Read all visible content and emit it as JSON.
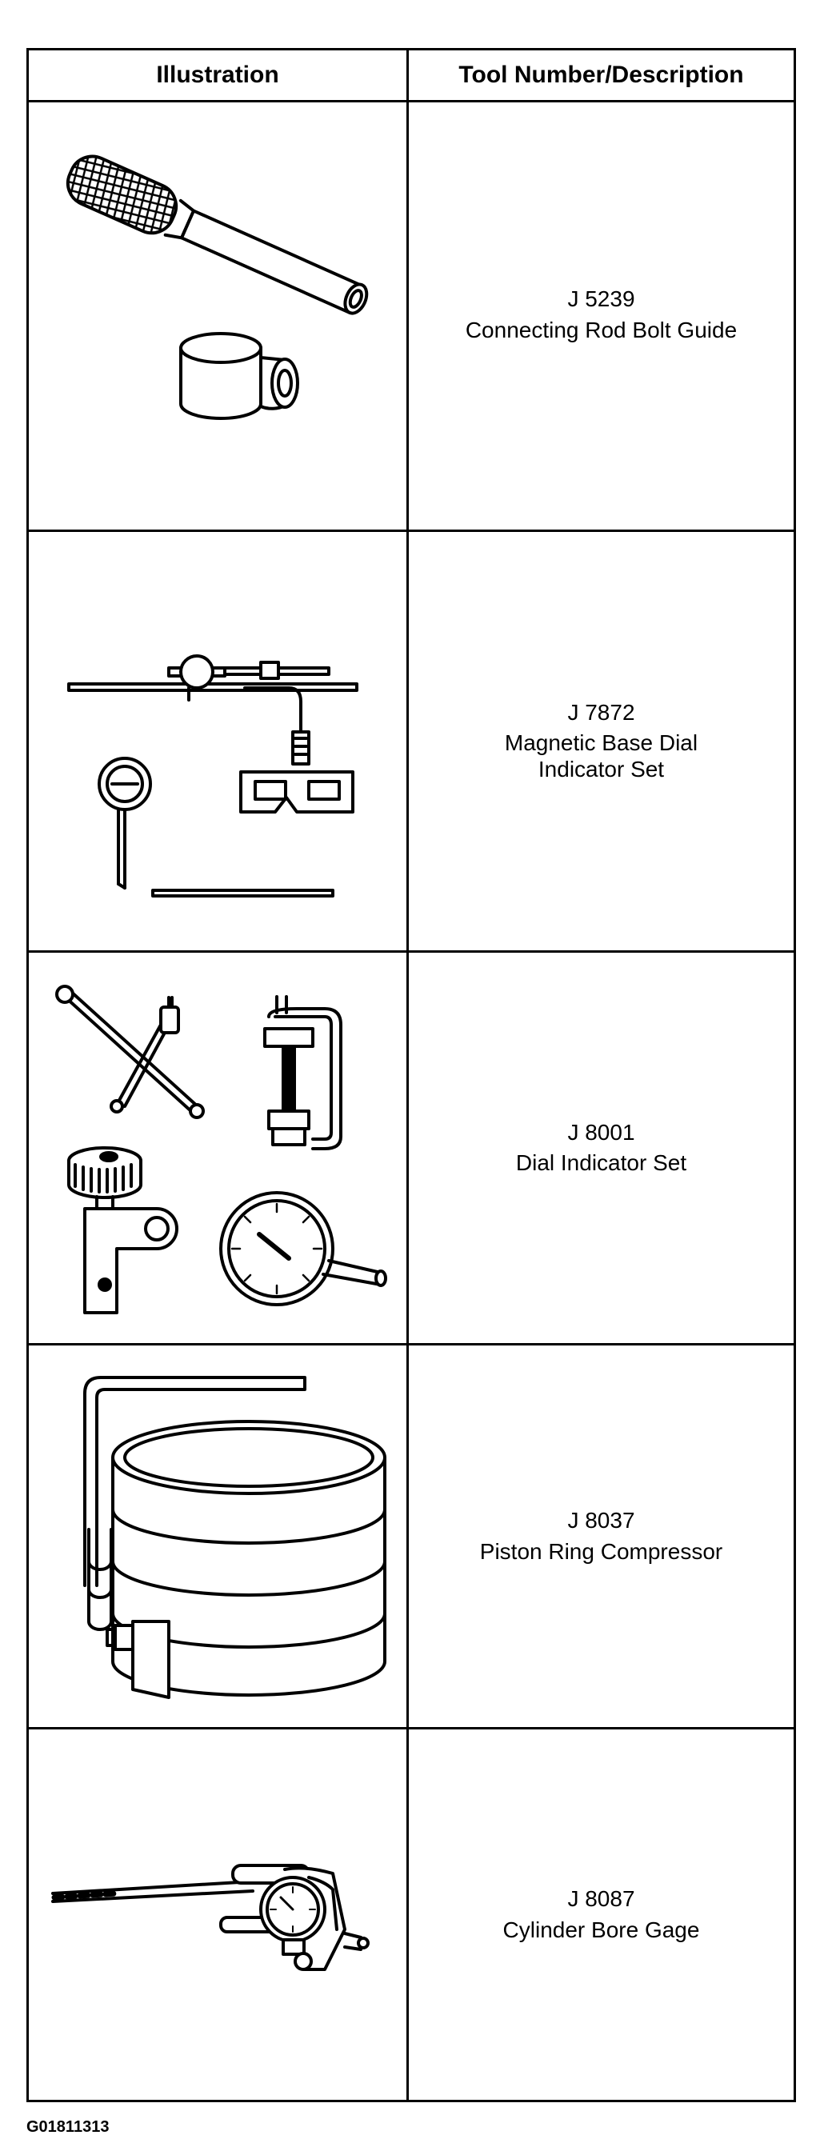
{
  "table": {
    "headers": {
      "illustration": "Illustration",
      "description": "Tool Number/Description"
    },
    "rows": [
      {
        "number": "J 5239",
        "description": "Connecting Rod Bolt Guide",
        "icon": "connecting-rod-bolt-guide-icon"
      },
      {
        "number": "J 7872",
        "description": "Magnetic Base Dial",
        "description2": "Indicator Set",
        "icon": "magnetic-base-dial-indicator-icon"
      },
      {
        "number": "J 8001",
        "description": "Dial Indicator Set",
        "icon": "dial-indicator-set-icon"
      },
      {
        "number": "J 8037",
        "description": "Piston Ring Compressor",
        "icon": "piston-ring-compressor-icon"
      },
      {
        "number": "J 8087",
        "description": "Cylinder Bore Gage",
        "icon": "cylinder-bore-gage-icon"
      }
    ]
  },
  "figure_id": "G01811313"
}
